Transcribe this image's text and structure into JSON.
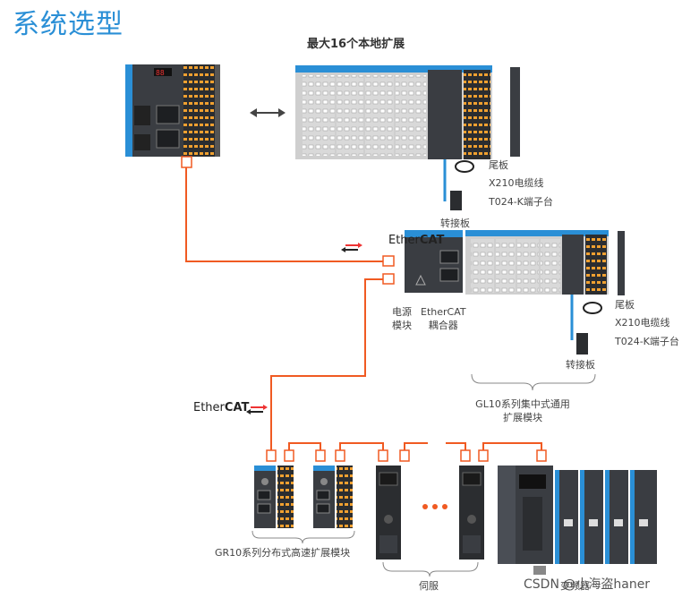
{
  "title": "系统选型",
  "subtitle": "最大16个本地扩展",
  "labels": {
    "tail_board_1": "尾板",
    "cable_1": "X210电缆线",
    "terminal_1": "T024-K端子台",
    "adapter_1": "转接板",
    "power_module_line1": "电源",
    "power_module_line2": "模块",
    "ethercat_coupler_line1": "EtherCAT",
    "ethercat_coupler_line2": "耦合器",
    "tail_board_2": "尾板",
    "cable_2": "X210电缆线",
    "terminal_2": "T024-K端子台",
    "adapter_2": "转接板",
    "gl10_line1": "GL10系列集中式通用",
    "gl10_line2": "扩展模块",
    "gr10": "GR10系列分布式高速扩展模块",
    "servo": "伺服",
    "inverter": "变频器"
  },
  "ethercat_logo": {
    "prefix": "Ether",
    "suffix": "CAT"
  },
  "watermark": "CSDN @小海盗haner",
  "colors": {
    "title": "#2a8fd6",
    "link_orange": "#f05a22",
    "module_dark": "#3a3d42",
    "module_light": "#e8e8e8",
    "accent_blue": "#2a8fd6"
  }
}
